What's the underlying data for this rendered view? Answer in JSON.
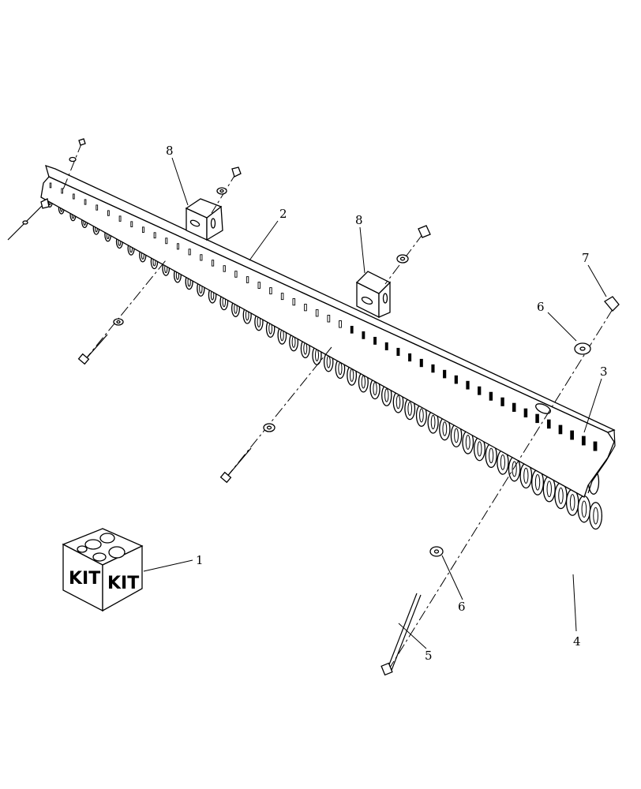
{
  "callouts": [
    {
      "id": "1",
      "text": "1"
    },
    {
      "id": "2",
      "text": "2"
    },
    {
      "id": "3",
      "text": "3"
    },
    {
      "id": "4",
      "text": "4"
    },
    {
      "id": "5",
      "text": "5"
    },
    {
      "id": "6a",
      "text": "6"
    },
    {
      "id": "6b",
      "text": "6"
    },
    {
      "id": "7",
      "text": "7"
    },
    {
      "id": "8a",
      "text": "8"
    },
    {
      "id": "8b",
      "text": "8"
    }
  ],
  "kit": {
    "label_left": "KIT",
    "label_right": "KIT"
  },
  "chain": {
    "link_count": 48
  }
}
